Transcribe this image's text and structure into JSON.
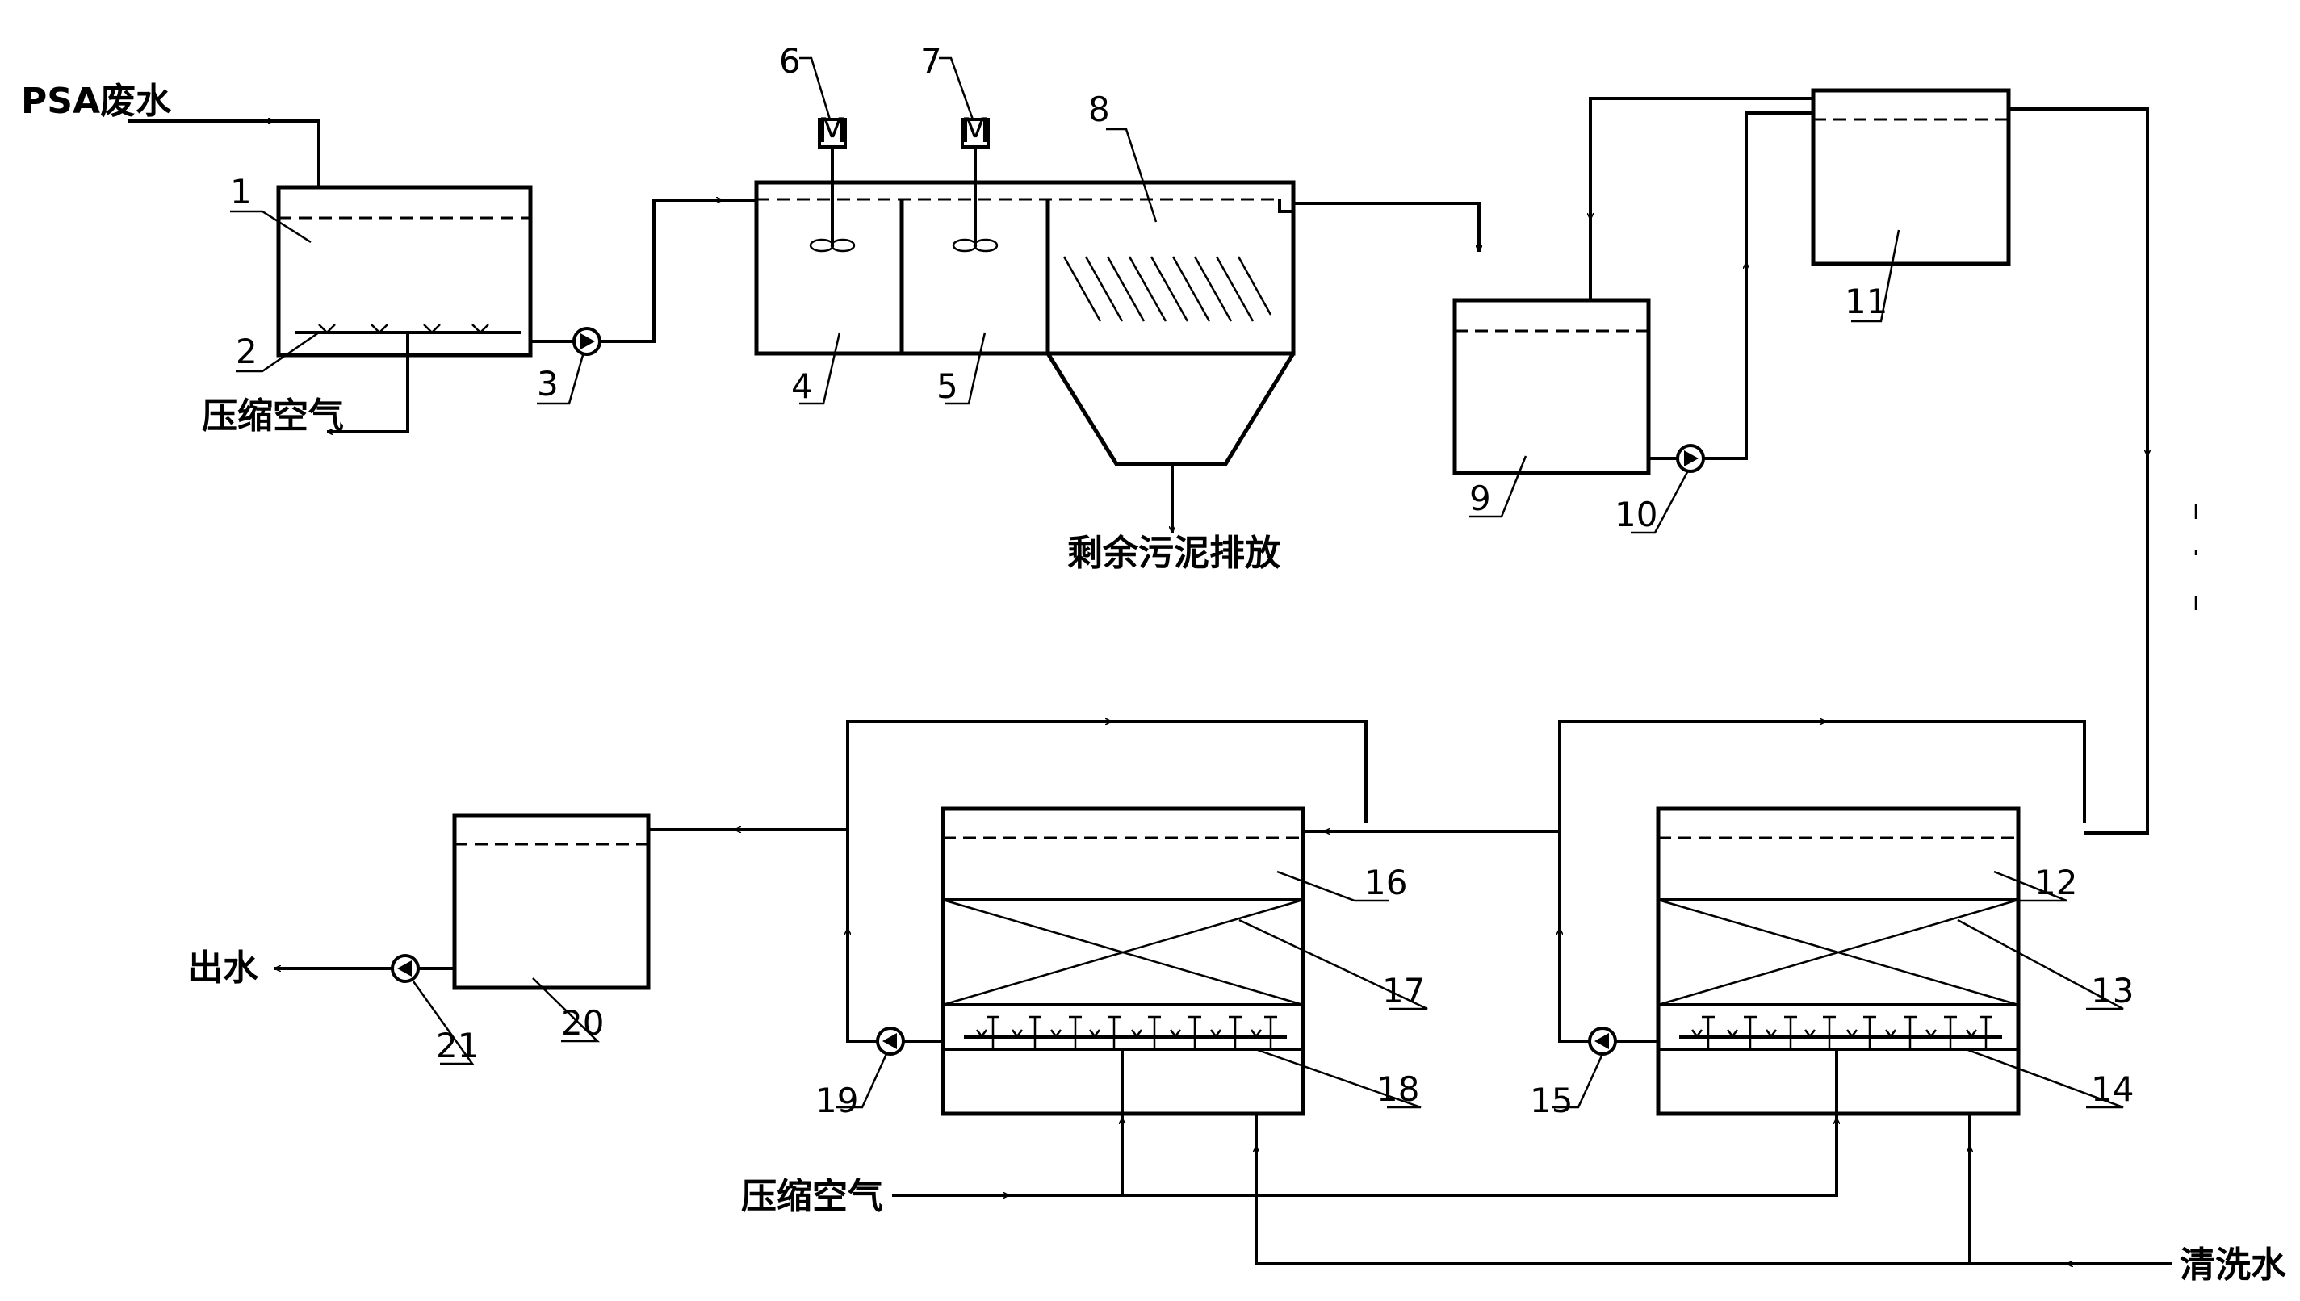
{
  "labels": {
    "psa_wastewater": "PSA废水",
    "compressed_air_top": "压缩空气",
    "sludge_discharge": "剩余污泥排放",
    "compressed_air_bottom": "压缩空气",
    "effluent": "出水",
    "washing_water": "清洗水",
    "motor": "M"
  },
  "numbers": [
    "1",
    "2",
    "3",
    "4",
    "5",
    "6",
    "7",
    "8",
    "9",
    "10",
    "11",
    "12",
    "13",
    "14",
    "15",
    "16",
    "17",
    "18",
    "19",
    "20",
    "21"
  ]
}
